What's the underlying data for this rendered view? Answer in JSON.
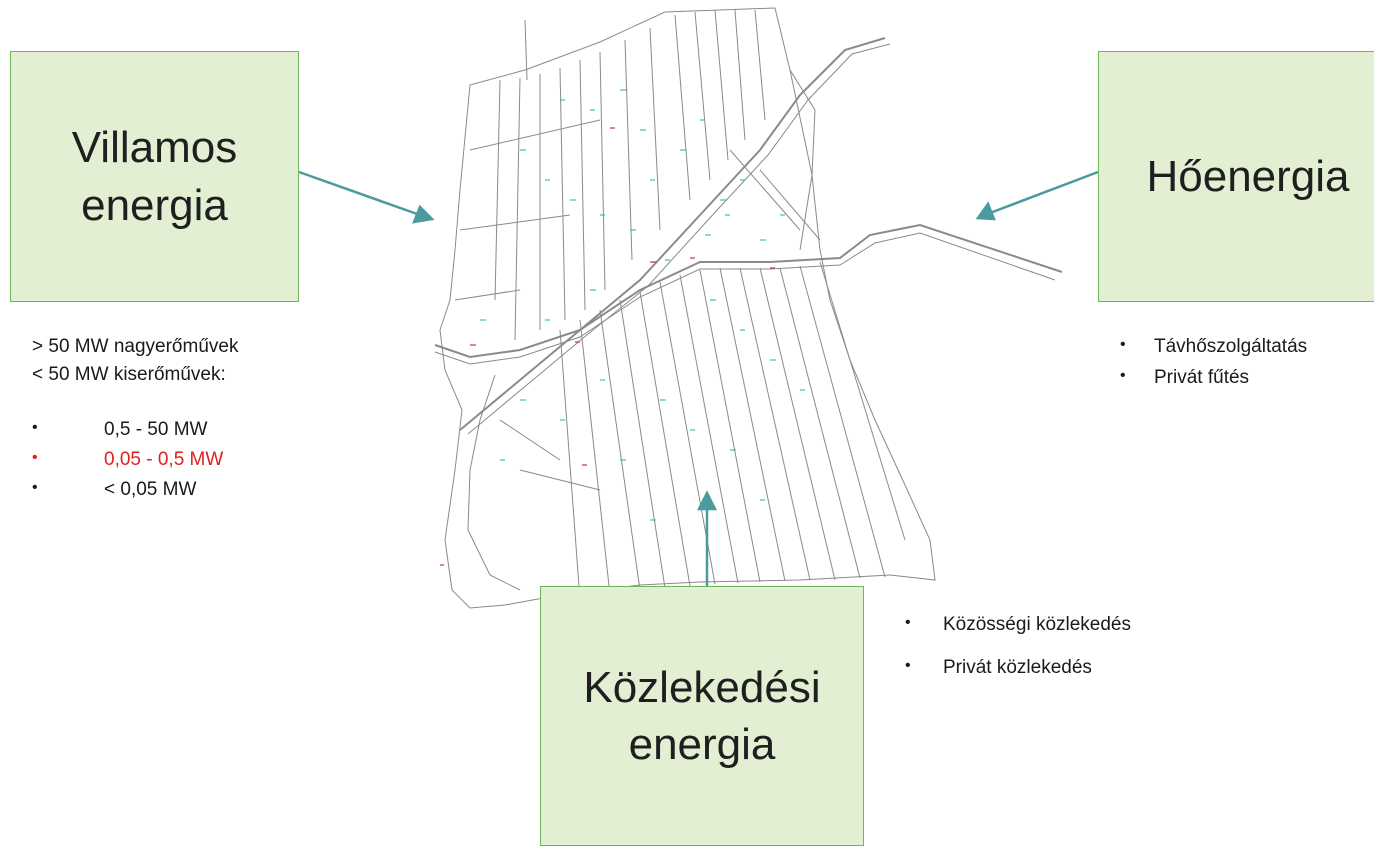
{
  "boxes": {
    "villamos": "Villamos\nenergia",
    "hoenergia": "Hőenergia",
    "kozlekedesi": "Közlekedési\nenergia"
  },
  "villamos_info": {
    "line1": "> 50 MW nagyerőművek",
    "line2": "< 50 MW kiserőművek:",
    "bullets": [
      "0,5 - 50 MW",
      "0,05 - 0,5 MW",
      "< 0,05 MW"
    ]
  },
  "hoenergia_info": {
    "bullets": [
      "Távhőszolgáltatás",
      "Privát fűtés"
    ]
  },
  "kozlekedesi_info": {
    "bullets": [
      "Közösségi közlekedés",
      "Privát közlekedés"
    ]
  },
  "colors": {
    "box_fill": "#e2efd3",
    "box_border": "#70b55b",
    "arrow": "#4a9aa0",
    "highlight": "#e02020"
  }
}
